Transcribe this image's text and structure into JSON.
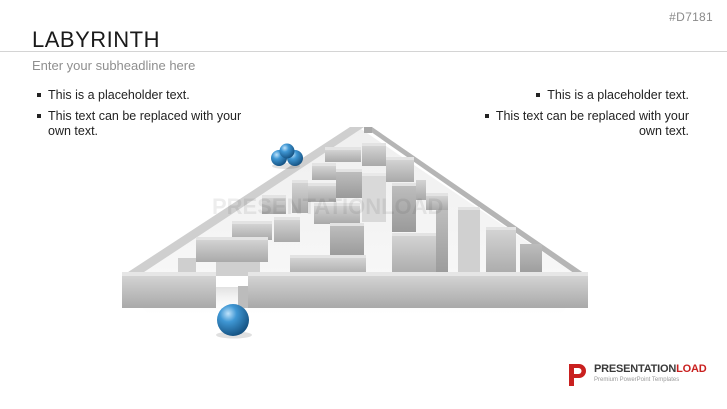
{
  "slide": {
    "code": "#D7181",
    "title": "LABYRINTH",
    "subtitle": "Enter your subheadline here",
    "left_bullets": [
      "This is a placeholder text.",
      "This text can be replaced with your own text."
    ],
    "right_bullets": [
      "This is a placeholder text.",
      "This text can be replaced with your own text."
    ]
  },
  "illustration": {
    "subject": "pyramid-shaped 3D maze with blue spheres",
    "watermark_text": "PRESENTATIONLOAD",
    "maze_color": "#c9c9c9",
    "sphere_color": "#2a7fc0"
  },
  "footer": {
    "brand_prefix": "PRESENTATION",
    "brand_suffix": "LOAD",
    "tagline": "Premium PowerPoint Templates",
    "accent_color": "#c9201f"
  }
}
